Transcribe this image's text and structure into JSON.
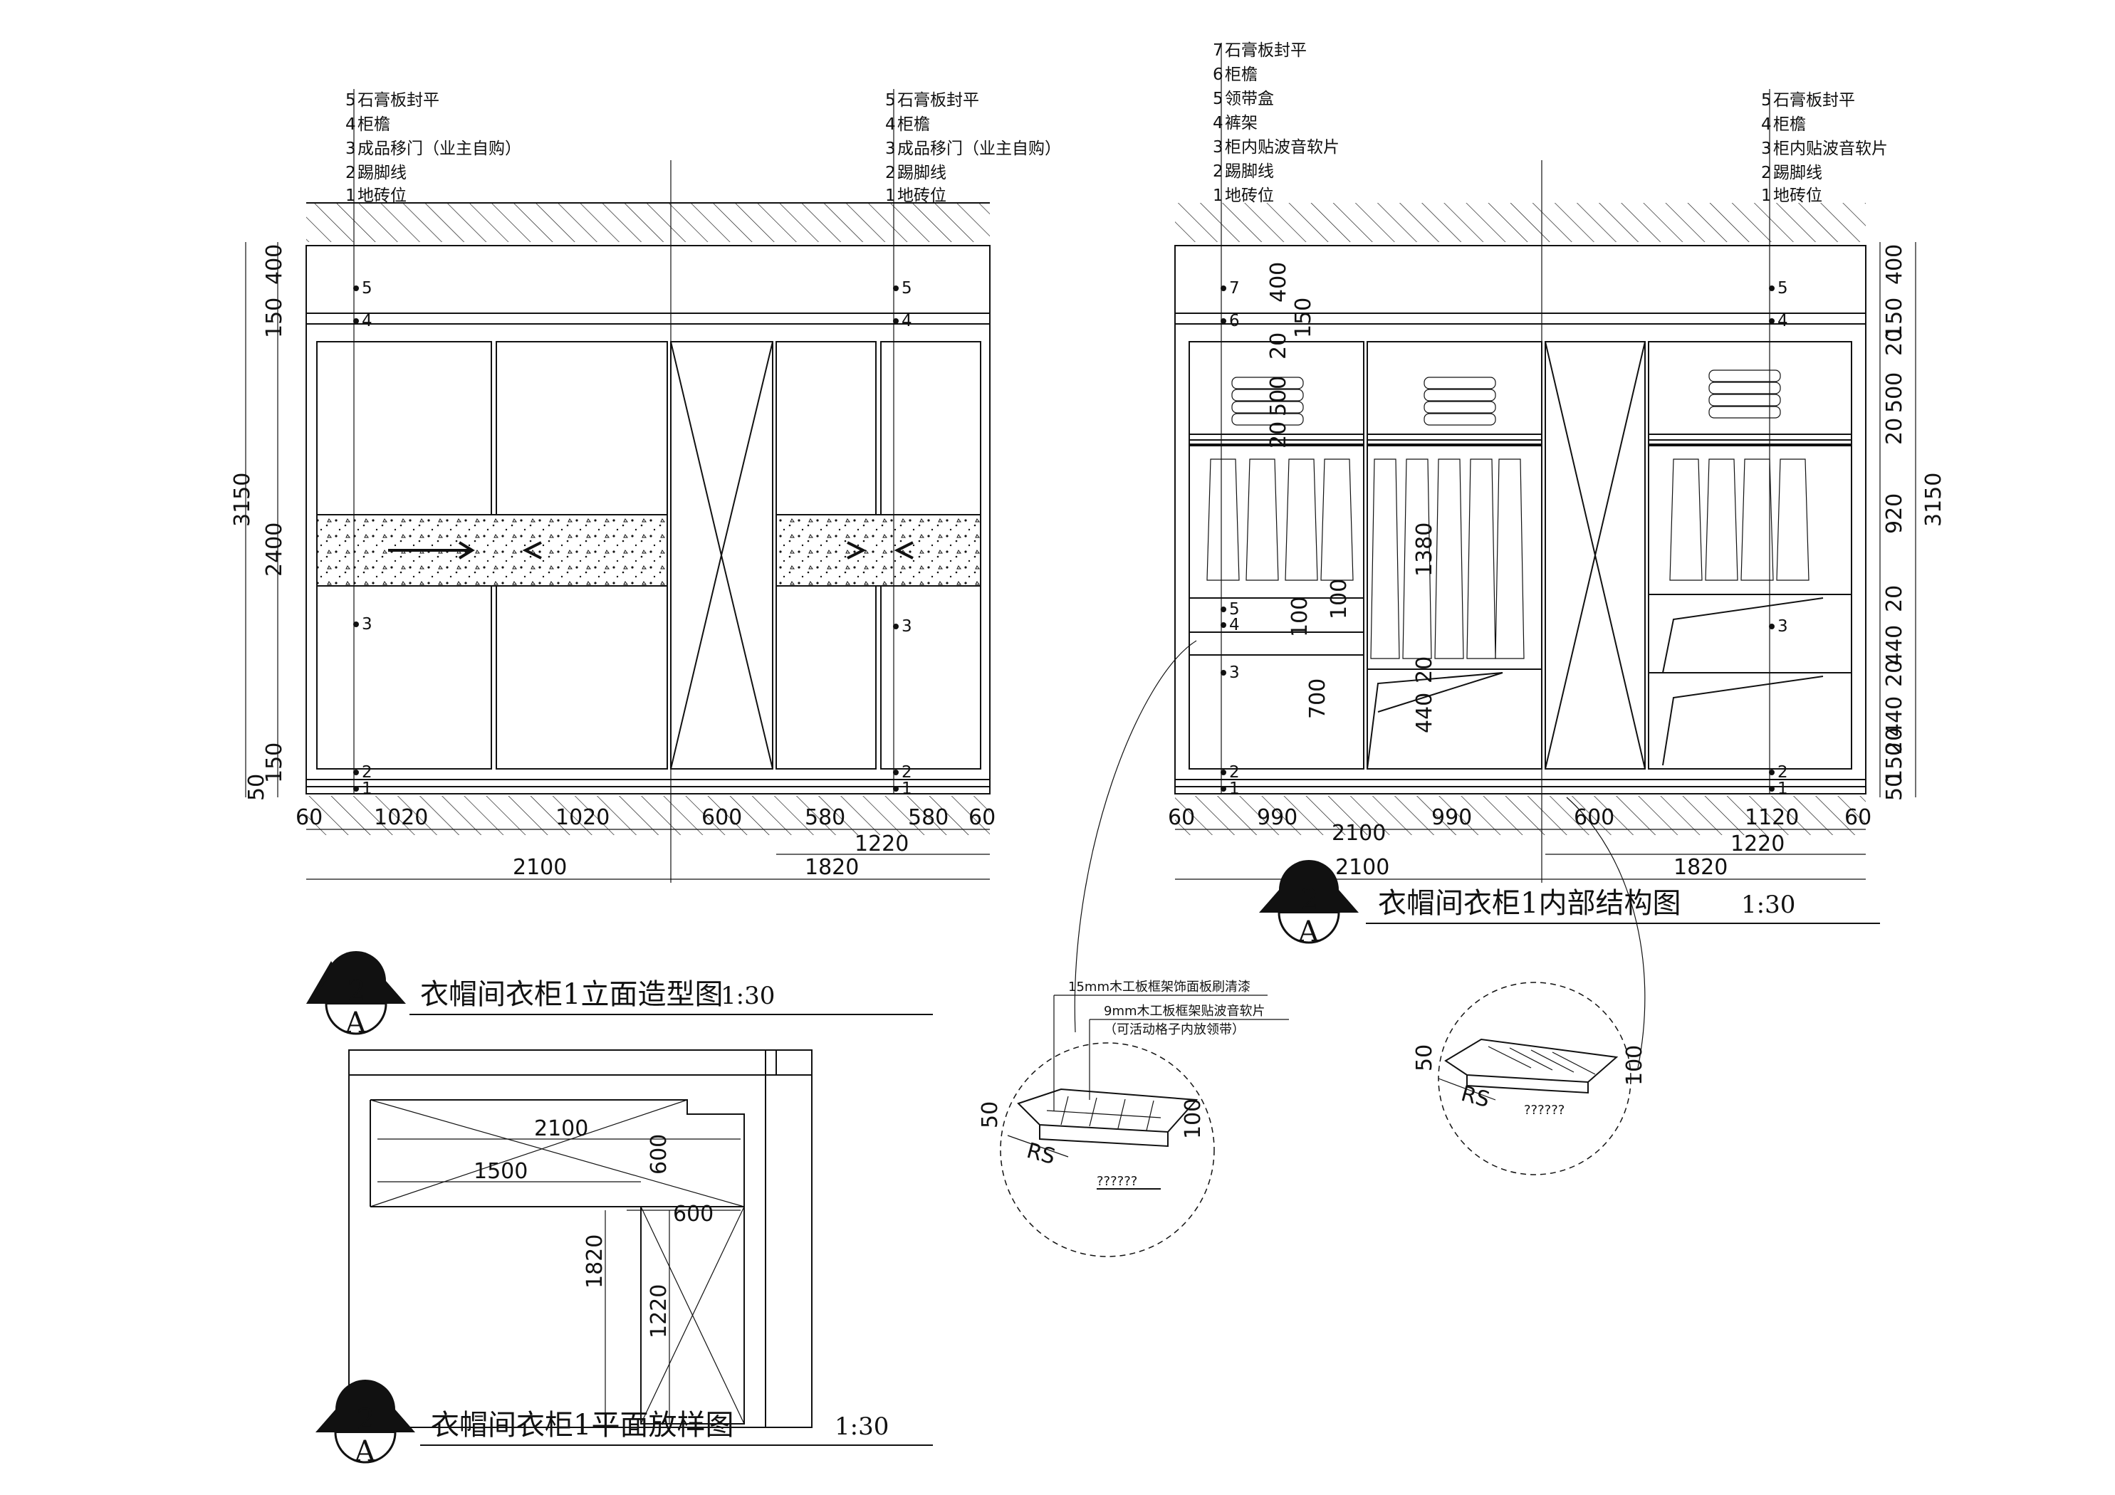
{
  "elevation": {
    "title": "衣帽间衣柜1立面造型图",
    "scale": "1:30",
    "symbol": {
      "top": "2",
      "bottom": "A"
    },
    "left_labels": [
      "石膏板封平",
      "柜檐",
      "成品移门（业主自购）",
      "踢脚线",
      "地砖位"
    ],
    "right_labels": [
      "石膏板封平",
      "柜檐",
      "成品移门（业主自购）",
      "踢脚线",
      "地砖位"
    ],
    "label_numbers": [
      "5",
      "4",
      "3",
      "2",
      "1"
    ],
    "vertical_dims": [
      "400",
      "150",
      "2400",
      "150",
      "50"
    ],
    "total_height": "3150",
    "bottom_dims_row1": [
      "60",
      "1020",
      "1020",
      "600",
      "580",
      "580",
      "60"
    ],
    "bottom_dims_row2": [
      "1220"
    ],
    "bottom_dims_row3": [
      "2100",
      "1820"
    ]
  },
  "interior": {
    "title": "衣帽间衣柜1内部结构图",
    "scale": "1:30",
    "symbol": {
      "top": "2",
      "bottom": "A"
    },
    "left_labels": [
      "石膏板封平",
      "柜檐",
      "领带盒",
      "裤架",
      "柜内贴波音软片",
      "踢脚线",
      "地砖位"
    ],
    "left_numbers": [
      "7",
      "6",
      "5",
      "4",
      "3",
      "2",
      "1"
    ],
    "right_labels": [
      "石膏板封平",
      "柜檐",
      "柜内贴波音软片",
      "踢脚线",
      "地砖位"
    ],
    "right_numbers": [
      "5",
      "4",
      "3",
      "2",
      "1"
    ],
    "inner_dims": [
      "400",
      "150",
      "20",
      "500",
      "20",
      "100",
      "100",
      "700",
      "1380",
      "20",
      "440"
    ],
    "right_dims": [
      "400",
      "150",
      "20",
      "500",
      "20",
      "920",
      "20",
      "440",
      "20",
      "440",
      "20",
      "150",
      "50"
    ],
    "total_height": "3150",
    "bottom_dims_row1": [
      "60",
      "990",
      "990",
      "600",
      "1120",
      "60"
    ],
    "bottom_dims_row1b": [
      "2100",
      "1220"
    ],
    "bottom_dims_row3": [
      "2100",
      "1820"
    ]
  },
  "plan": {
    "title": "衣帽间衣柜1平面放样图",
    "scale": "1:30",
    "symbol": {
      "top": "2",
      "bottom": "A"
    },
    "dims": [
      "2100",
      "1500",
      "600",
      "600",
      "1820",
      "1220"
    ]
  },
  "detail1": {
    "note1": "15mm木工板框架饰面板刷清漆",
    "note2": "9mm木工板框架贴波音软片",
    "note3": "（可活动格子内放领带）",
    "dims": [
      "50",
      "100"
    ],
    "label": "RS",
    "caption": "??????"
  },
  "detail2": {
    "dims": [
      "50",
      "100"
    ],
    "label": "RS",
    "caption": "??????"
  }
}
